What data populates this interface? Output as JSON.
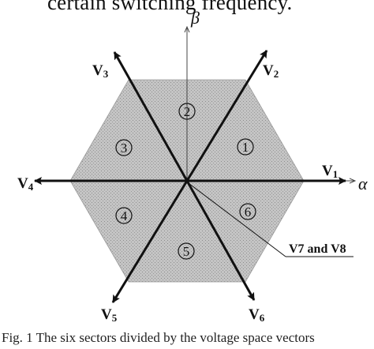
{
  "intro_text": "certain switching frequency.",
  "caption": "Fig. 1 The six sectors divided by the voltage space vectors",
  "axes": {
    "alpha": "α",
    "beta": "β"
  },
  "vectors": [
    {
      "base": "V",
      "sub": "1"
    },
    {
      "base": "V",
      "sub": "2"
    },
    {
      "base": "V",
      "sub": "3"
    },
    {
      "base": "V",
      "sub": "4"
    },
    {
      "base": "V",
      "sub": "5"
    },
    {
      "base": "V",
      "sub": "6"
    }
  ],
  "null_vectors_label": "V7 and V8",
  "sectors": [
    "1",
    "2",
    "3",
    "4",
    "5",
    "6"
  ],
  "colors": {
    "hexagon_fill": "#bcbcbc",
    "ink": "#111111"
  }
}
